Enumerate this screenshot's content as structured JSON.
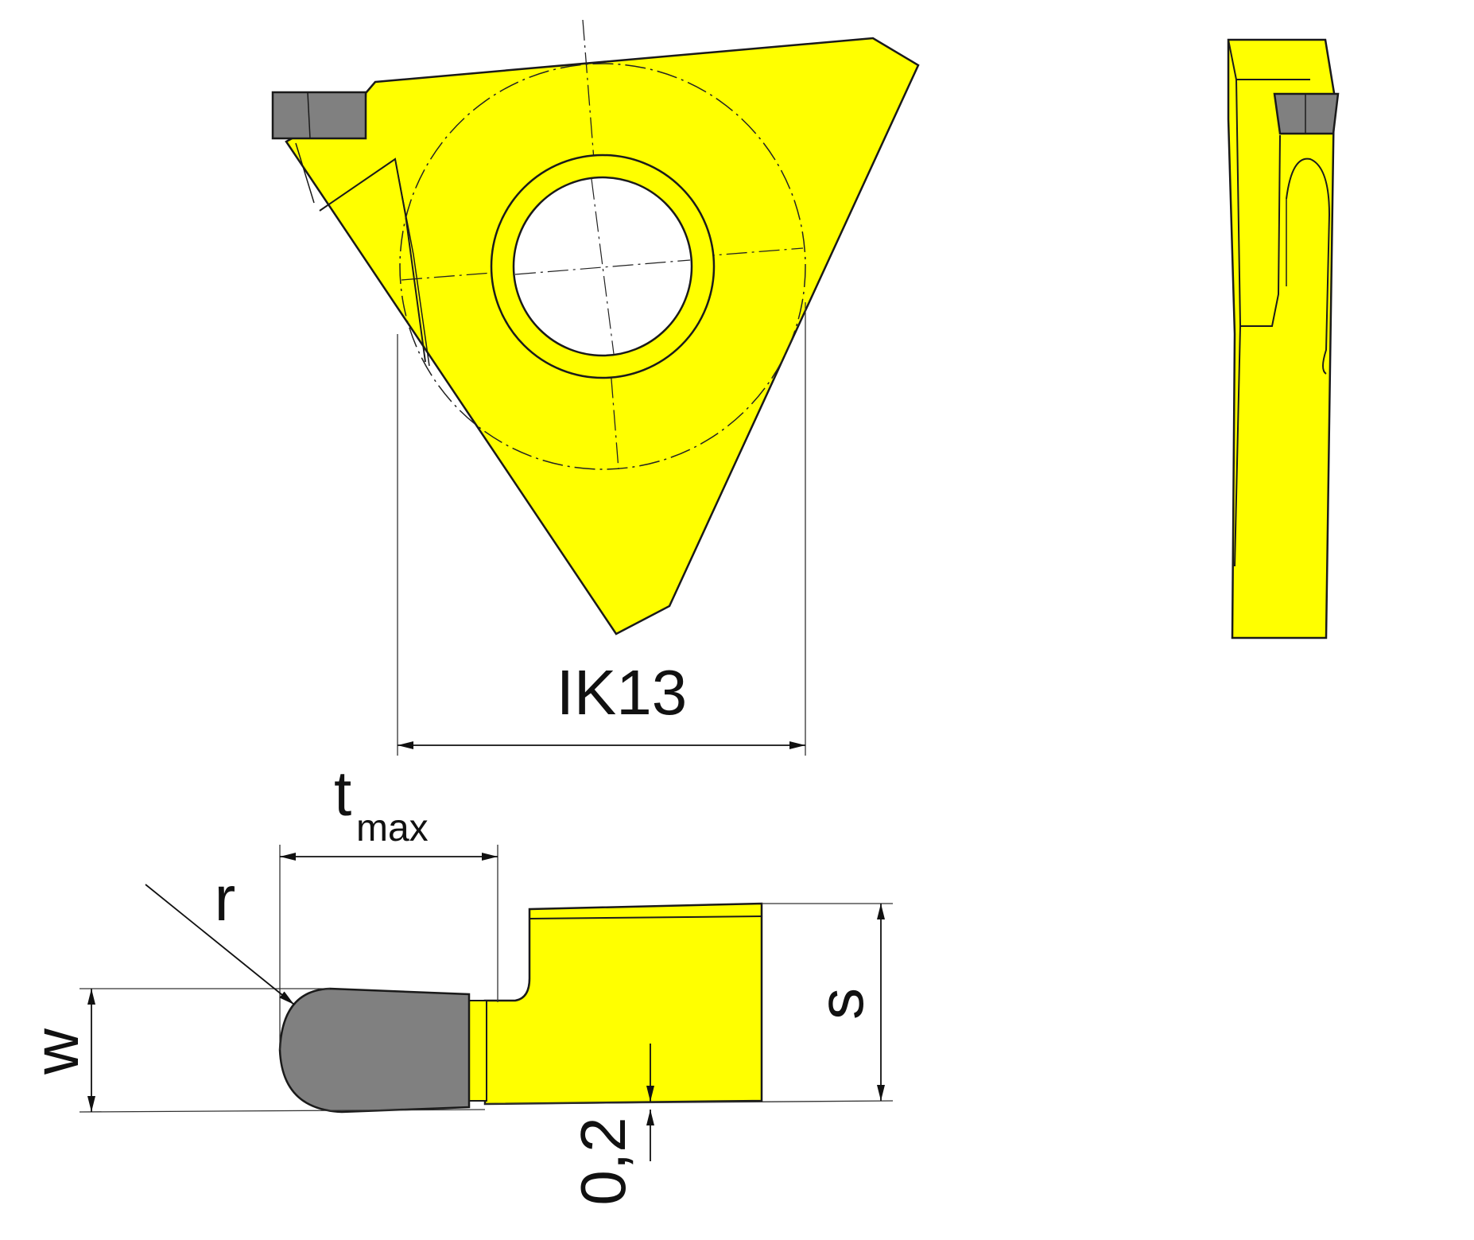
{
  "colors": {
    "insert_body": "#FFFF00",
    "carbide_tip": "#808080",
    "outline": "#1a1a1a",
    "background": "#ffffff"
  },
  "labels": {
    "ik": "IK13",
    "t_main": "t",
    "t_sub": "max",
    "r": "r",
    "w": "w",
    "s": "s",
    "offset": "0,2"
  }
}
